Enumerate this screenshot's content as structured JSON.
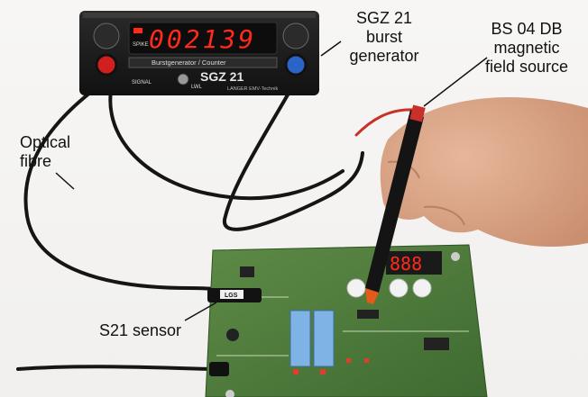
{
  "labels": {
    "sgz_line1": "SGZ 21",
    "sgz_line2": "burst",
    "sgz_line3": "generator",
    "bs_line1": "BS 04 DB",
    "bs_line2": "magnetic",
    "bs_line3": "field source",
    "optical_line1": "Optical",
    "optical_line2": "fibre",
    "sensor": "S21 sensor"
  },
  "device": {
    "counter_display": "002139",
    "spike_label": "SPIKE",
    "panel_title": "Burstgenerator / Counter",
    "model": "SGZ 21",
    "signal_label": "SIGNAL",
    "lwl_label": "LWL",
    "maker": "LANGER EMV-Technik"
  },
  "board": {
    "display_digits": "888",
    "sensor_tag": "LGS"
  },
  "colors": {
    "background": "#f4f3f1",
    "device_body": "#1c1c1c",
    "led_red": "#ff2a1a",
    "pcb_green": "#4f7a3c",
    "cable": "#151515",
    "jack_red": "#d11f1f",
    "jack_blue": "#2a64c8"
  }
}
